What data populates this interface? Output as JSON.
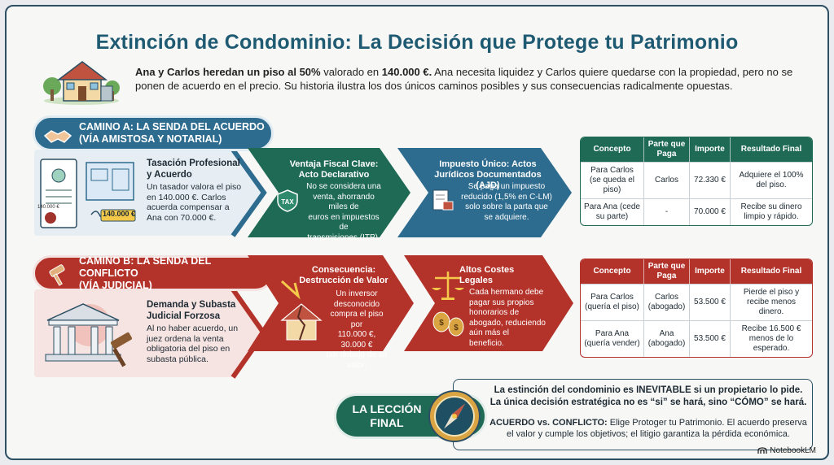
{
  "title": "Extinción de Condominio: La Decisión que Protege tu Patrimonio",
  "intro": {
    "p1": "Ana y Carlos heredan un piso al ",
    "p2": "50%",
    "p3": " valorado en ",
    "p4": "140.000 €.",
    "p5": " Ana necesita liquidez y Carlos quiere quedarse con la propiedad, pero no se ponen de acuerdo en el precio. Su historia ilustra los dos únicos caminos posibles y sus consecuencias radicalmente opuestas."
  },
  "path_a": {
    "banner_line1": "CAMINO A: LA SENDA DEL ACUERDO",
    "banner_line2": "(VÍA AMISTOSA Y NOTARIAL)",
    "step1": {
      "title_l1": "Tasación Profesional",
      "title_l2": "y Acuerdo",
      "body": "Un tasador valora el piso en 140.000 €. Carlos acuerda compensar a Ana con 70.000 €.",
      "doc_small": "140.000 €",
      "doc_price": "140.000 €"
    },
    "step2": {
      "title_l1": "Ventaja Fiscal Clave:",
      "title_l2": "Acto Declarativo",
      "body_l1": "No se considera una",
      "body_l2": "venta, ahorrando miles de",
      "body_l3": "euros en impuestos de",
      "body_l4": "transmisiones (ITP).",
      "badge": "TAX"
    },
    "step3": {
      "title_l1": "Impuesto Único: Actos",
      "title_l2": "Jurídicos Documentados (AJD)",
      "body_l1": "Se paga un impuesto",
      "body_l2": "reducido (1,5% en C-LM)",
      "body_l3": "solo sobre la parta que",
      "body_l4": "se adquiere."
    },
    "table": {
      "headers": [
        "Concepto",
        "Parte que Paga",
        "Importe",
        "Resultado Final"
      ],
      "rows": [
        [
          "Para Carlos (se queda el piso)",
          "Carlos",
          "72.330 €",
          "Adquiere el 100% del piso."
        ],
        [
          "Para Ana (cede su parte)",
          "-",
          "70.000 €",
          "Recibe su dinero limpio y rápido."
        ]
      ]
    }
  },
  "path_b": {
    "banner_line1": "CAMINO B: LA SENDA DEL CONFLICTO",
    "banner_line2": "(VÍA JUDICIAL)",
    "step1": {
      "title_l1": "Demanda y Subasta",
      "title_l2": "Judicial Forzosa",
      "body": "Al no haber acuerdo, un juez ordena la venta obligatoria del piso en subasta pública."
    },
    "step2": {
      "title_l1": "Consecuencia:",
      "title_l2": "Destrucción de Valor",
      "body_l1": "Un inversor",
      "body_l2": "desconocido",
      "body_l3": "compra el piso por",
      "body_l4": "110.000 €, 30.000 €",
      "body_l5": "por debajo de su",
      "body_l6": "valor."
    },
    "step3": {
      "title_l1": "Altos Costes",
      "title_l2": "Legales",
      "body_l1": "Cada hermano debe",
      "body_l2": "pagar sus propios",
      "body_l3": "honorarios de",
      "body_l4": "abogado, reduciendo",
      "body_l5": "aún más el",
      "body_l6": "beneficio."
    },
    "table": {
      "headers": [
        "Concepto",
        "Parte que Paga",
        "Importe",
        "Resultado Final"
      ],
      "rows": [
        [
          "Para Carlos (quería el piso)",
          "Carlos (abogado)",
          "53.500 €",
          "Pierde el piso y recibe menos dinero."
        ],
        [
          "Para Ana (quería vender)",
          "Ana (abogado)",
          "53.500 €",
          "Recibe 16.500 € menos de lo esperado."
        ]
      ]
    }
  },
  "lesson": {
    "pill_l1": "LA LECCIÓN",
    "pill_l2": "FINAL",
    "line1": "La estinción del condominio es INEVITABLE si un propietario lo pide.",
    "line2": "La única decisión estratégica no es “si” se hará, sino “CÓMO” se hará.",
    "bold": "ACUERDO vs. CONFLICTO:",
    "rest": " Elige Protoger tu Patrimonio. El acuerdo preserva el valor y cumple los objetivos; el litigio garantiza la pérdida económica."
  },
  "brand": "NotebookLM",
  "colors": {
    "blue": "#2e6c8f",
    "green": "#1f6a55",
    "red": "#b3332b",
    "title": "#1f5a73"
  }
}
